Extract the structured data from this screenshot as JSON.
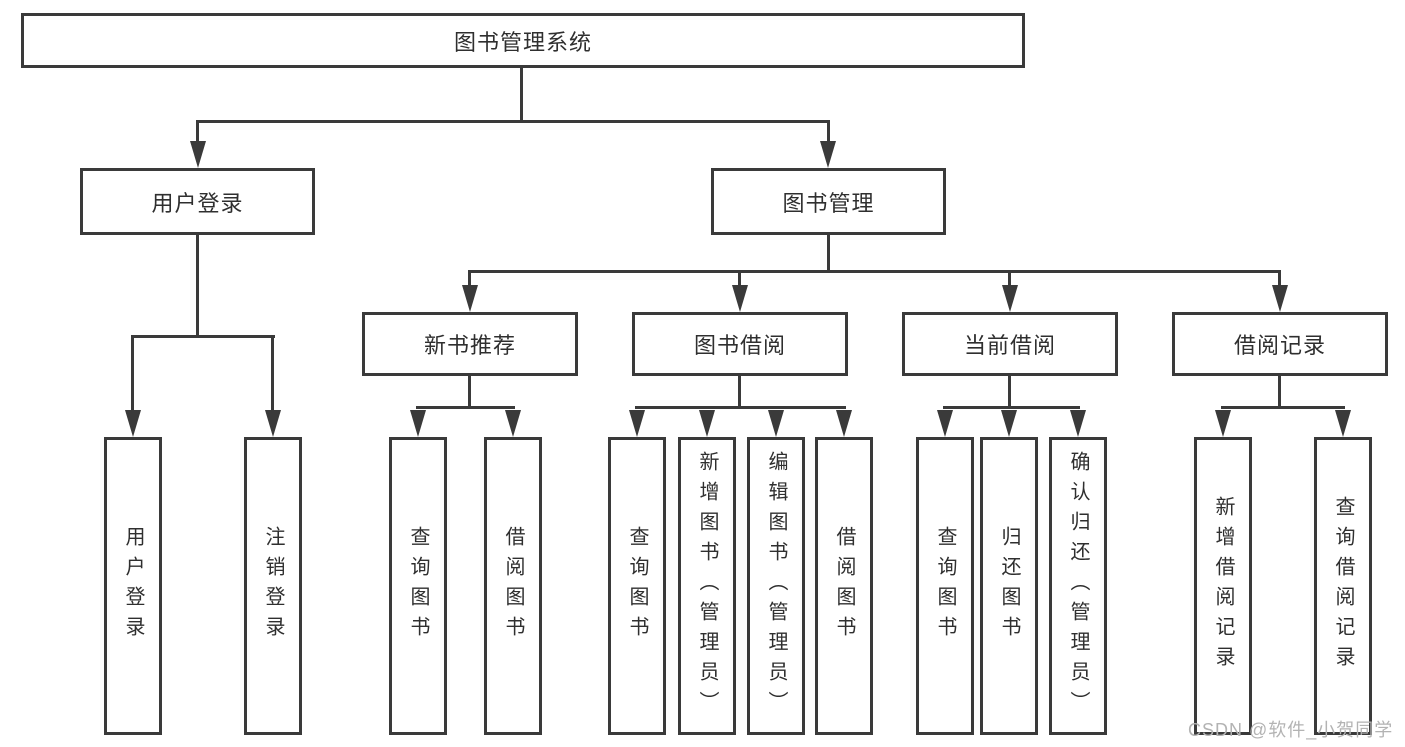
{
  "tree": {
    "root": {
      "label": "图书管理系统"
    },
    "user_login": {
      "label": "用户登录",
      "children": [
        {
          "label": "用户登录"
        },
        {
          "label": "注销登录"
        }
      ]
    },
    "book_management": {
      "label": "图书管理",
      "children": [
        {
          "label": "新书推荐",
          "children": [
            {
              "label": "查询图书"
            },
            {
              "label": "借阅图书"
            }
          ]
        },
        {
          "label": "图书借阅",
          "children": [
            {
              "label": "查询图书"
            },
            {
              "label": "新增图书（管理员）"
            },
            {
              "label": "编辑图书（管理员）"
            },
            {
              "label": "借阅图书"
            }
          ]
        },
        {
          "label": "当前借阅",
          "children": [
            {
              "label": "查询图书"
            },
            {
              "label": "归还图书"
            },
            {
              "label": "确认归还（管理员）"
            }
          ]
        },
        {
          "label": "借阅记录",
          "children": [
            {
              "label": "新增借阅记录"
            },
            {
              "label": "查询借阅记录"
            }
          ]
        }
      ]
    }
  },
  "watermark": {
    "text": "CSDN @软件_小贺同学"
  },
  "colors": {
    "line": "#3a3a3a",
    "text": "#2f2f2f",
    "watermark": "#b3b3b3",
    "background": "#ffffff"
  }
}
